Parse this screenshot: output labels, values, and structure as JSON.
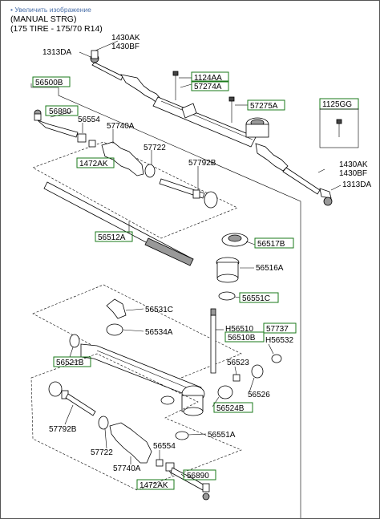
{
  "header": {
    "link_text": "• Увеличить изображение",
    "line1": "(MANUAL STRG)",
    "line2": "(175 TIRE - 175/70 R14)"
  },
  "labels": {
    "l_1430AK_top": "1430AK",
    "l_1430BF_top": "1430BF",
    "l_1313DA_top": "1313DA",
    "l_56500B": "56500B",
    "l_1124AA": "1124AA",
    "l_57274A": "57274A",
    "l_57275A": "57275A",
    "l_1125GG": "1125GG",
    "l_56880": "56880",
    "l_56554_top": "56554",
    "l_57740A_top": "57740A",
    "l_1472AK_top": "1472AK",
    "l_57722_top": "57722",
    "l_57792B_top": "57792B",
    "l_1430AK_right": "1430AK",
    "l_1430BF_right": "1430BF",
    "l_1313DA_right": "1313DA",
    "l_56512A": "56512A",
    "l_56517B": "56517B",
    "l_56516A": "56516A",
    "l_56551C": "56551C",
    "l_56531C": "56531C",
    "l_56534A": "56534A",
    "l_H56510": "H56510",
    "l_57737": "57737",
    "l_56510B": "56510B",
    "l_H56532": "H56532",
    "l_56521B": "56521B",
    "l_56523": "56523",
    "l_56526": "56526",
    "l_56524B": "56524B",
    "l_57792B_bot": "57792B",
    "l_56551A": "56551A",
    "l_57722_bot": "57722",
    "l_56554_bot": "56554",
    "l_57740A_bot": "57740A",
    "l_56890": "56890",
    "l_1472AK_bot": "1472AK"
  }
}
